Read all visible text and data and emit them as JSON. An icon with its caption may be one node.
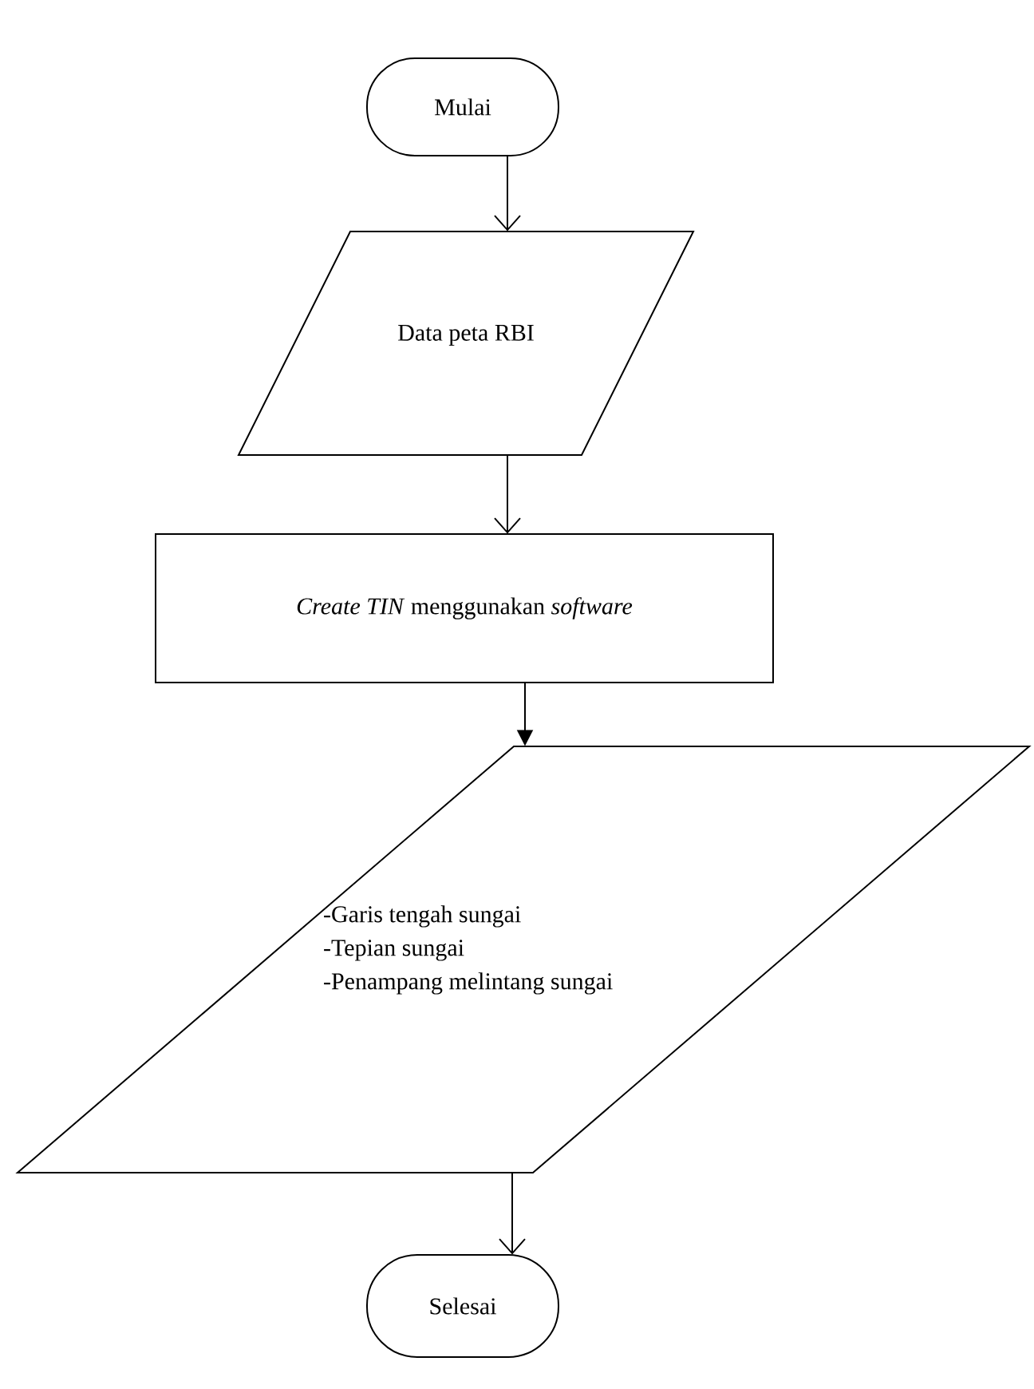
{
  "diagram": {
    "nodes": [
      {
        "text": [
          "Mulai"
        ]
      },
      {
        "text": [
          "Data peta RBI"
        ]
      },
      {
        "text": [
          "*Create TIN* menggunakan *software*"
        ]
      },
      {
        "text": [
          "-Garis tengah sungai",
          "-Tepian sungai",
          "-Penampang melintang sungai"
        ]
      },
      {
        "text": [
          "Selesai"
        ]
      }
    ],
    "edges": [
      {
        "from": 0,
        "to": 1,
        "arrow": "to"
      },
      {
        "from": 1,
        "to": 2,
        "arrow": "to"
      },
      {
        "from": 2,
        "to": 3,
        "arrow": "to"
      },
      {
        "from": 3,
        "to": 4,
        "arrow": "to"
      }
    ]
  }
}
